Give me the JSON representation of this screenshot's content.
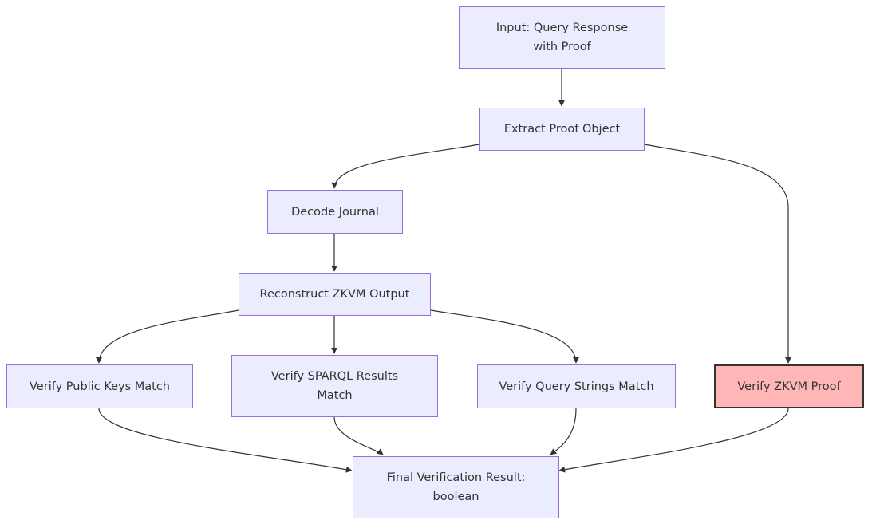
{
  "diagram": {
    "nodes": {
      "input": "Input: Query Response\nwith Proof",
      "extract": "Extract Proof Object",
      "decode": "Decode Journal",
      "reconstruct": "Reconstruct ZKVM Output",
      "verify_keys": "Verify Public Keys Match",
      "verify_sparql": "Verify SPARQL Results\nMatch",
      "verify_query": "Verify Query Strings Match",
      "verify_zkvm": "Verify ZKVM Proof",
      "final": "Final Verification Result:\nboolean"
    },
    "edges": [
      {
        "from": "input",
        "to": "extract"
      },
      {
        "from": "extract",
        "to": "decode"
      },
      {
        "from": "extract",
        "to": "verify_zkvm"
      },
      {
        "from": "decode",
        "to": "reconstruct"
      },
      {
        "from": "reconstruct",
        "to": "verify_keys"
      },
      {
        "from": "reconstruct",
        "to": "verify_sparql"
      },
      {
        "from": "reconstruct",
        "to": "verify_query"
      },
      {
        "from": "verify_keys",
        "to": "final"
      },
      {
        "from": "verify_sparql",
        "to": "final"
      },
      {
        "from": "verify_query",
        "to": "final"
      },
      {
        "from": "verify_zkvm",
        "to": "final"
      }
    ],
    "colors": {
      "node_fill": "#ECECFF",
      "node_border": "#9370DB",
      "highlight_fill": "#FFB6B6",
      "highlight_border": "#333333",
      "edge": "#333333",
      "text": "#333333"
    }
  }
}
